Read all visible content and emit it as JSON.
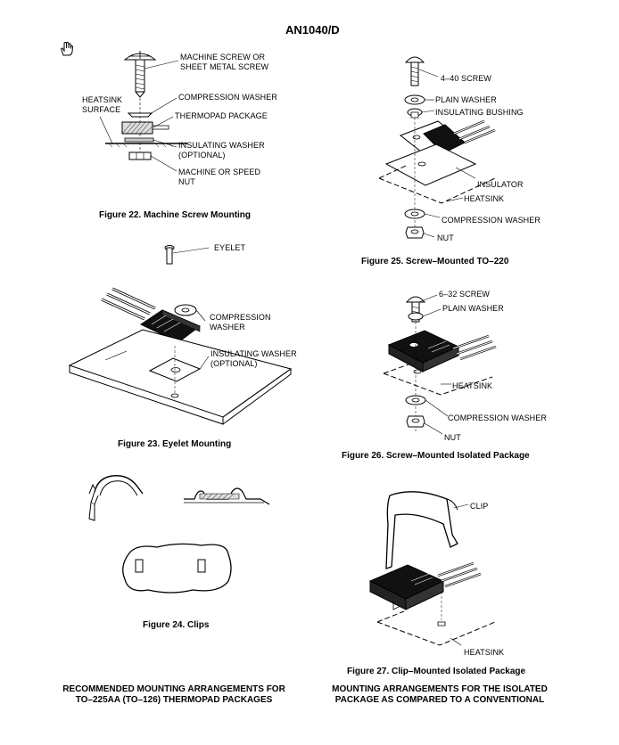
{
  "header": {
    "doc_id": "AN1040/D"
  },
  "fig22": {
    "caption": "Figure 22. Machine Screw Mounting",
    "labels": {
      "screw": "MACHINE SCREW OR\nSHEET METAL SCREW",
      "heatsink": "HEATSINK\nSURFACE",
      "comp_washer": "COMPRESSION WASHER",
      "thermopad": "THERMOPAD PACKAGE",
      "ins_washer": "INSULATING WASHER\n(OPTIONAL)",
      "nut": "MACHINE OR SPEED\nNUT"
    }
  },
  "fig23": {
    "caption": "Figure 23. Eyelet Mounting",
    "labels": {
      "eyelet": "EYELET",
      "comp_washer": "COMPRESSION\nWASHER",
      "ins_washer": "INSULATING WASHER\n(OPTIONAL)"
    }
  },
  "fig24": {
    "caption": "Figure 24. Clips"
  },
  "fig25": {
    "caption": "Figure 25. Screw–Mounted TO–220",
    "labels": {
      "screw": "4–40 SCREW",
      "plain_washer": "PLAIN WASHER",
      "ins_bushing": "INSULATING BUSHING",
      "insulator": "INSULATOR",
      "heatsink": "HEATSINK",
      "comp_washer": "COMPRESSION WASHER",
      "nut": "NUT"
    }
  },
  "fig26": {
    "caption": "Figure 26. Screw–Mounted Isolated Package",
    "labels": {
      "screw": "6–32 SCREW",
      "plain_washer": "PLAIN WASHER",
      "heatsink": "HEATSINK",
      "comp_washer": "COMPRESSION WASHER",
      "nut": "NUT"
    }
  },
  "fig27": {
    "caption": "Figure 27. Clip–Mounted Isolated Package",
    "labels": {
      "clip": "CLIP",
      "heatsink": "HEATSINK"
    }
  },
  "footer": {
    "left": "RECOMMENDED MOUNTING ARRANGEMENTS FOR\nTO–225AA (TO–126) THERMOPAD PACKAGES",
    "right": "MOUNTING ARRANGEMENTS FOR THE ISOLATED\nPACKAGE AS COMPARED TO A CONVENTIONAL"
  }
}
